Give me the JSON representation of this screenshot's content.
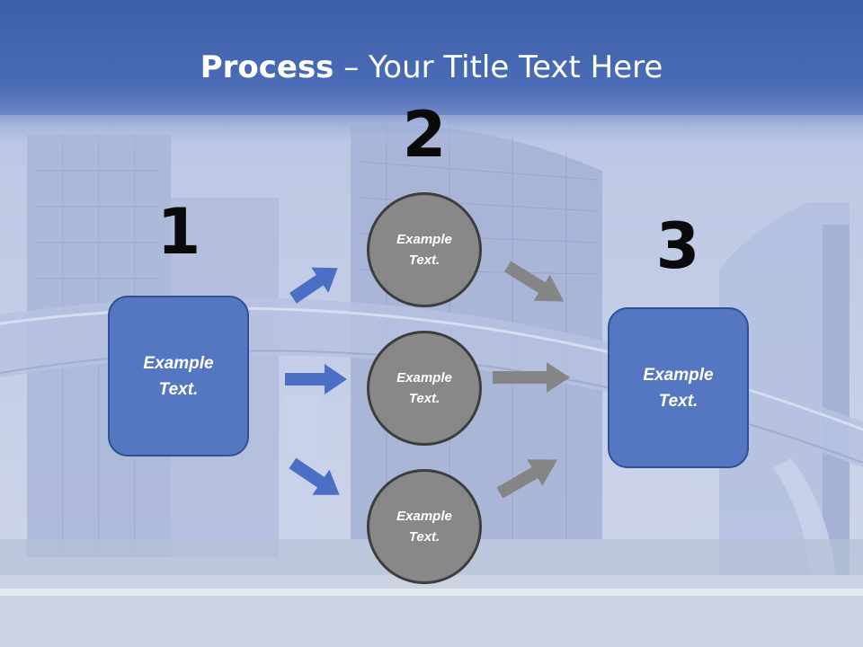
{
  "slide": {
    "title_bold": "Process",
    "title_rest": " – Your Title Text Here"
  },
  "colors": {
    "header": "#4064ad",
    "box_fill": "#5576c1",
    "circle_fill": "#888888",
    "blue_arrow": "#4a6fc4",
    "gray_arrow": "#858585"
  },
  "diagram": {
    "steps": [
      {
        "number": "1",
        "label": "Example\nText."
      },
      {
        "number": "2",
        "items": [
          "Example\nText.",
          "Example\nText.",
          "Example\nText."
        ]
      },
      {
        "number": "3",
        "label": "Example\nText."
      }
    ]
  }
}
